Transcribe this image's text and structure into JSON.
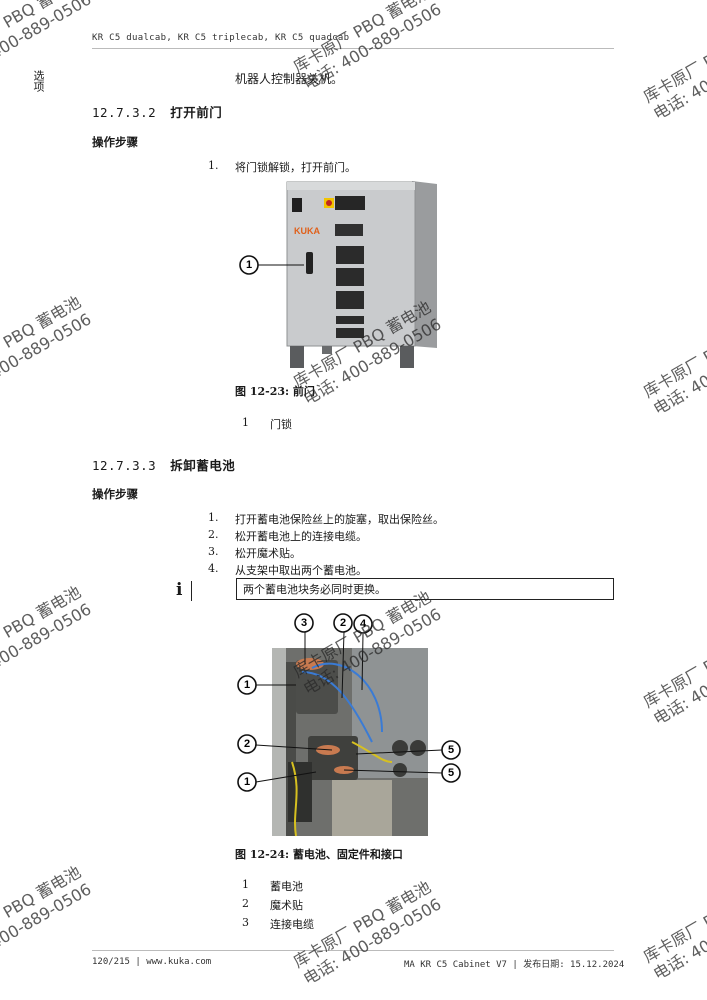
{
  "header": {
    "products": "KR C5 dualcab,  KR C5 triplecab,  KR C5 quadcab"
  },
  "side_label": "选项",
  "section_top": "机器人控制器关机。",
  "sec1": {
    "number": "12.7.3.2",
    "title": "打开前门",
    "op_label": "操作步骤",
    "steps": [
      {
        "n": "1.",
        "t": "将门锁解锁，打开前门。"
      }
    ],
    "figure": {
      "brand": "KUKA",
      "callouts": [
        "1"
      ],
      "caption": "图  12-23:  前门"
    },
    "legend": [
      {
        "n": "1",
        "t": "门锁"
      }
    ]
  },
  "sec2": {
    "number": "12.7.3.3",
    "title": "拆卸蓄电池",
    "op_label": "操作步骤",
    "steps": [
      {
        "n": "1.",
        "t": "打开蓄电池保险丝上的旋塞，取出保险丝。"
      },
      {
        "n": "2.",
        "t": "松开蓄电池上的连接电缆。"
      },
      {
        "n": "3.",
        "t": "松开魔术贴。"
      },
      {
        "n": "4.",
        "t": "从支架中取出两个蓄电池。"
      }
    ],
    "note_icon": "i",
    "note": "两个蓄电池块务必同时更换。",
    "figure": {
      "callouts": [
        "3",
        "2",
        "4",
        "1",
        "2",
        "5",
        "1",
        "5"
      ],
      "caption": "图  12-24:  蓄电池、固定件和接口"
    },
    "legend": [
      {
        "n": "1",
        "t": "蓄电池"
      },
      {
        "n": "2",
        "t": "魔术贴"
      },
      {
        "n": "3",
        "t": "连接电缆"
      }
    ]
  },
  "footer": {
    "page": "120/215",
    "site": "www.kuka.com",
    "doc": "MA KR C5 Cabinet V7",
    "date": "发布日期: 15.12.2024"
  },
  "watermark": {
    "line1": "库卡原厂 PBQ 蓄电池",
    "line2": "电话: 400-889-0506"
  }
}
